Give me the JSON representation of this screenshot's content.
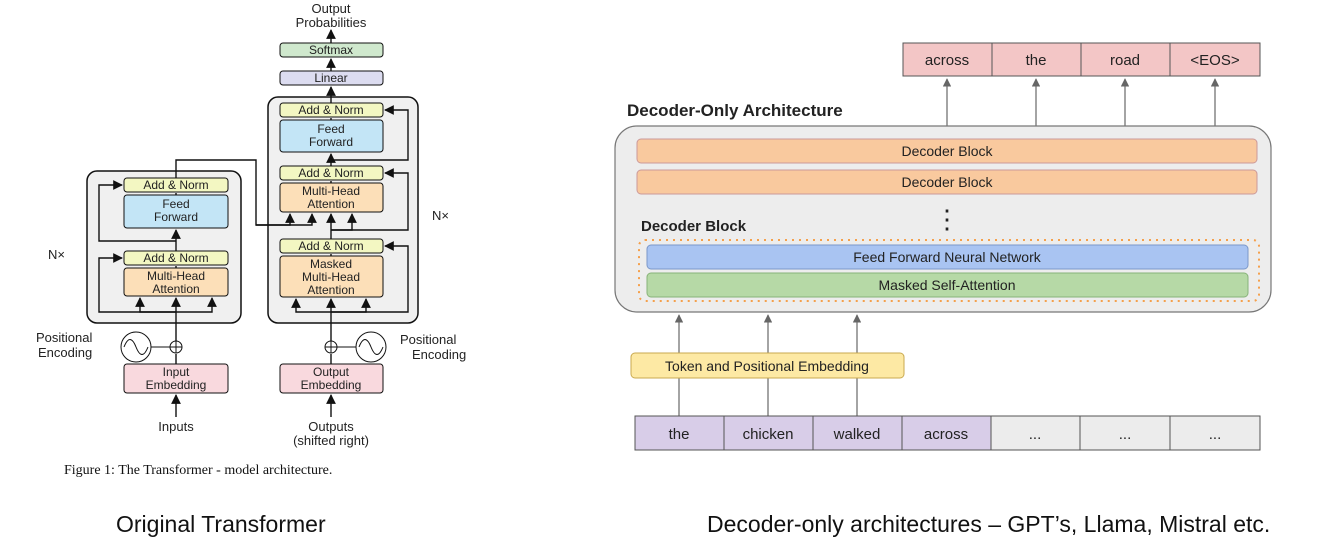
{
  "transformer": {
    "output_probabilities": [
      "Output",
      "Probabilities"
    ],
    "softmax": "Softmax",
    "linear": "Linear",
    "add_norm": "Add & Norm",
    "feed_forward": [
      "Feed",
      "Forward"
    ],
    "multi_head_attention": [
      "Multi-Head",
      "Attention"
    ],
    "masked_mha": [
      "Masked",
      "Multi-Head",
      "Attention"
    ],
    "nx": "N×",
    "positional_encoding": [
      "Positional",
      "Encoding"
    ],
    "input_embedding": [
      "Input",
      "Embedding"
    ],
    "output_embedding": [
      "Output",
      "Embedding"
    ],
    "inputs": "Inputs",
    "outputs": [
      "Outputs",
      "(shifted right)"
    ],
    "figure_caption": "Figure 1: The Transformer - model architecture."
  },
  "decoder_only": {
    "title": "Decoder-Only Architecture",
    "output_tokens": [
      "across",
      "the",
      "road",
      "<EOS>"
    ],
    "decoder_block": "Decoder Block",
    "dots": "⋮",
    "inner_block_label": "Decoder Block",
    "ffnn": "Feed Forward Neural Network",
    "masked_self_attention": "Masked Self-Attention",
    "embedding": "Token and Positional Embedding",
    "input_tokens": [
      "the",
      "chicken",
      "walked",
      "across",
      "...",
      "...",
      "..."
    ]
  },
  "captions": {
    "left": "Original Transformer",
    "right": "Decoder-only architectures – GPT’s, Llama, Mistral etc."
  },
  "colors": {
    "add_norm": "#f3f7c2",
    "feed_forward": "#c3e5f6",
    "attention": "#fcdfb8",
    "embedding": "#f9d9de",
    "softmax": "#cfe8cd",
    "linear": "#dcdcf0",
    "decoder_block": "#f9c99e",
    "ffnn": "#a9c4f2",
    "msa": "#b6d9a6",
    "token_pink": "#f3c6c6",
    "token_purple": "#d8cde8",
    "token_gray": "#ececec",
    "embed_yellow": "#fde9a4",
    "dotted_orange": "#f5a04c"
  }
}
